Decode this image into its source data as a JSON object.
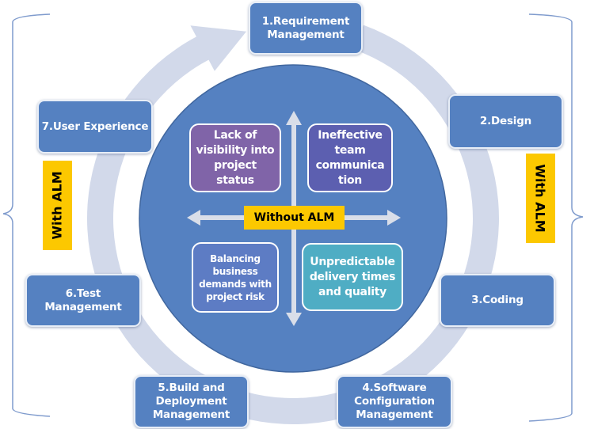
{
  "diagram": {
    "phases": [
      {
        "id": 1,
        "label": "1.Requirement\nManagement"
      },
      {
        "id": 2,
        "label": "2.Design"
      },
      {
        "id": 3,
        "label": "3.Coding"
      },
      {
        "id": 4,
        "label": "4.Software\nConfiguration\nManagement"
      },
      {
        "id": 5,
        "label": "5.Build and\nDeployment\nManagement"
      },
      {
        "id": 6,
        "label": "6.Test\nManagement"
      },
      {
        "id": 7,
        "label": "7.User Experience"
      }
    ],
    "with_alm_left": "With ALM",
    "with_alm_right": "With ALM",
    "center_label": "Without ALM",
    "issues": {
      "top_left": "Lack of\nvisibility into\nproject\nstatus",
      "top_right": "Ineffective\nteam\ncommunica\ntion",
      "bottom_left": "Balancing\nbusiness\ndemands with\nproject risk",
      "bottom_right": "Unpredictable\ndelivery times\nand quality"
    },
    "colors": {
      "phase_box": "#5581c1",
      "center_circle": "#5581c1",
      "cycle_ring": "#d2d9ea",
      "alm_tag": "#fcc800",
      "issue_purple": "#8064a8",
      "issue_indigo": "#5c5fb0",
      "issue_blue": "#5d7cc4",
      "issue_teal": "#4fadc4",
      "bracket": "#7f9bcd"
    }
  }
}
